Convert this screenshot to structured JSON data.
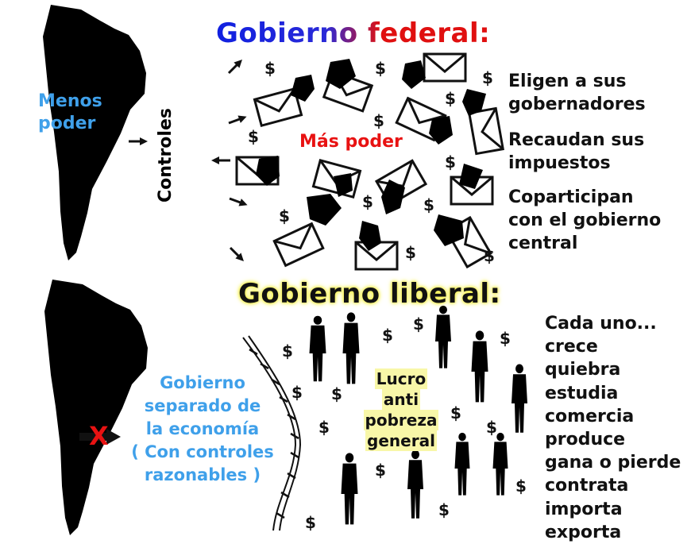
{
  "federal": {
    "title": "Gobierno federal:",
    "left_label_line1": "Menos",
    "left_label_line2": "poder",
    "controls_label": "Controles",
    "center_label": "Más poder",
    "points": [
      {
        "line1": "Eligen a sus",
        "line2": "gobernadores"
      },
      {
        "line1": "Recaudan sus",
        "line2": "impuestos"
      },
      {
        "line1": "Coparticipan",
        "line2": "con el gobierno",
        "line3": "central"
      }
    ]
  },
  "liberal": {
    "title": "Gobierno liberal:",
    "left_label_lines": [
      "Gobierno",
      "separado de",
      "la economía",
      "( Con controles",
      "razonables )"
    ],
    "x_mark": "X",
    "center_label_lines": [
      "Lucro",
      "anti",
      "pobreza",
      "general"
    ],
    "actions": [
      "Cada uno...",
      "crece",
      "quiebra",
      "estudia",
      "comercia",
      "produce",
      "gana o pierde",
      "contrata",
      "importa",
      "exporta"
    ]
  },
  "symbols": {
    "dollar": "$"
  },
  "colors": {
    "blue_label": "#3fa0ea",
    "red_label": "#e81212",
    "highlight_yellow": "#f6f25a"
  }
}
